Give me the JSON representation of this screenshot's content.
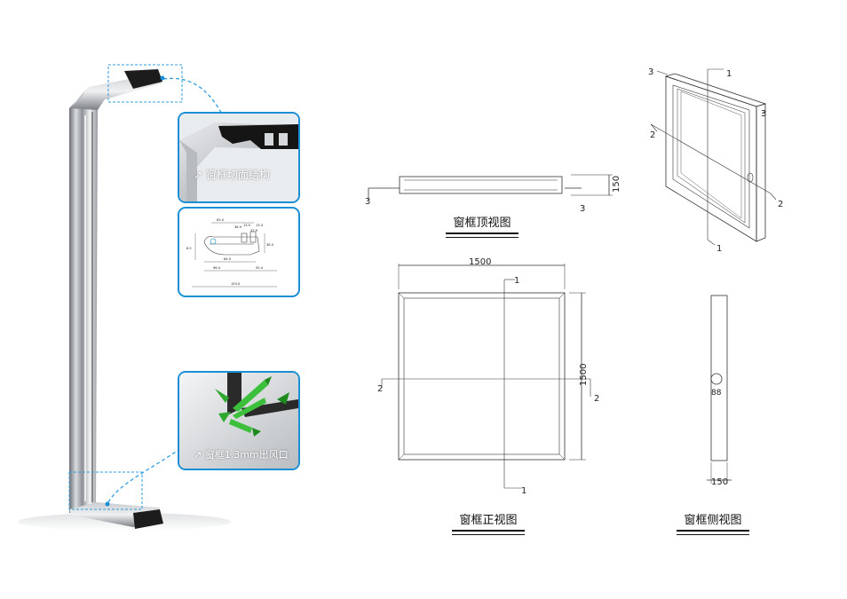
{
  "callouts": {
    "section_label": "窗框切面结构",
    "outlet_label": "窗框1.3mm出风口",
    "section_dims": [
      "63.0",
      "36.9",
      "13.5",
      "37.9",
      "13.3",
      "8.5",
      "38.0",
      "84.0",
      "96.4",
      "55.4",
      "150.0"
    ]
  },
  "top_view": {
    "title": "窗框顶视图",
    "dim_150": "150",
    "marker_left": "3",
    "marker_right": "3"
  },
  "front_view": {
    "title": "窗框正视图",
    "dim_width": "1500",
    "dim_height": "1500",
    "marker_top": "1",
    "marker_bottom": "1",
    "marker_left": "2",
    "marker_right": "2"
  },
  "side_view": {
    "title": "窗框侧视图",
    "dim_hole": "88",
    "dim_150": "150"
  },
  "iso_view": {
    "marker_top_left": "3",
    "marker_top": "1",
    "marker_right_top": "3",
    "marker_left": "2",
    "marker_right": "2",
    "marker_bottom": "1"
  }
}
